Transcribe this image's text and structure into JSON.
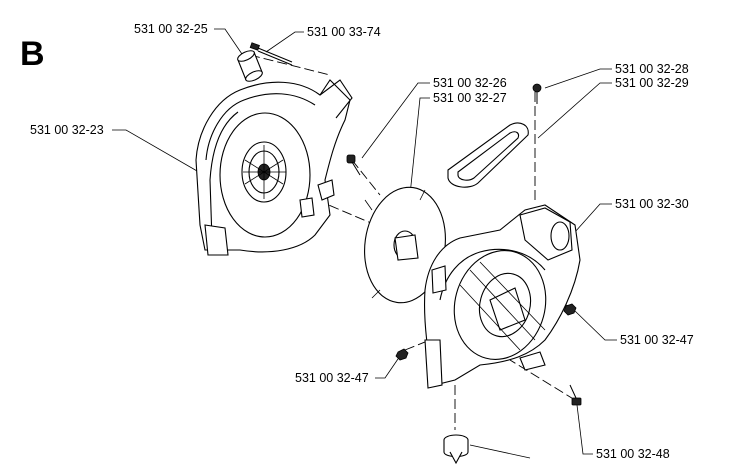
{
  "section": {
    "letter": "B"
  },
  "labels": [
    {
      "id": "lbl-25",
      "text": "531 00 32-25"
    },
    {
      "id": "lbl-74",
      "text": "531 00 33-74"
    },
    {
      "id": "lbl-23",
      "text": "531 00 32-23"
    },
    {
      "id": "lbl-26",
      "text": "531 00 32-26"
    },
    {
      "id": "lbl-27",
      "text": "531 00 32-27"
    },
    {
      "id": "lbl-28",
      "text": "531 00 32-28"
    },
    {
      "id": "lbl-29",
      "text": "531 00 32-29"
    },
    {
      "id": "lbl-30",
      "text": "531 00 32-30"
    },
    {
      "id": "lbl-47a",
      "text": "531 00 32-47"
    },
    {
      "id": "lbl-47b",
      "text": "531 00 32-47"
    },
    {
      "id": "lbl-48",
      "text": "531 00 32-48"
    }
  ]
}
